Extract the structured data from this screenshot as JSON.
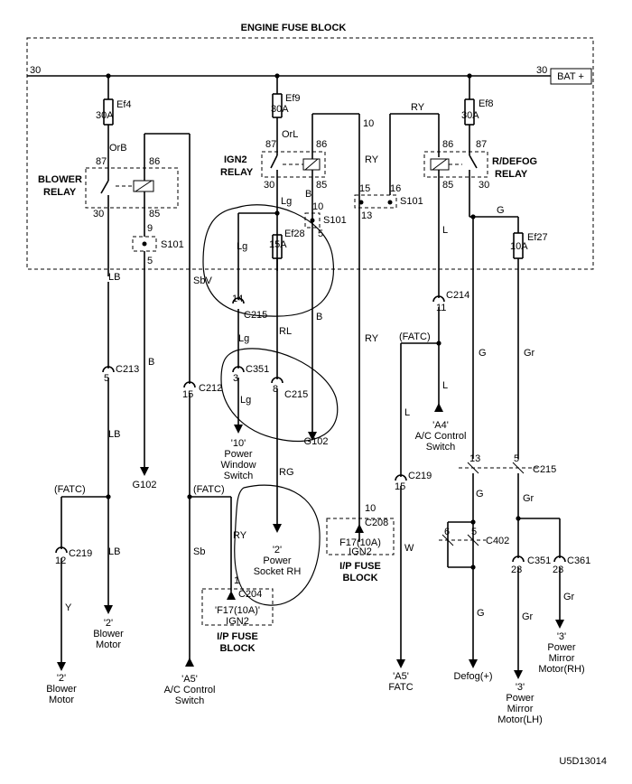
{
  "title": "ENGINE FUSE BLOCK",
  "diagram_id": "U5D13014",
  "bus": {
    "left": "30",
    "right": "30",
    "bat": "BAT +"
  },
  "fuses": {
    "ef4": {
      "name": "Ef4",
      "rating": "30A"
    },
    "ef9": {
      "name": "Ef9",
      "rating": "30A"
    },
    "ef8": {
      "name": "Ef8",
      "rating": "30A"
    },
    "ef28": {
      "name": "Ef28",
      "rating": "15A"
    },
    "ef27": {
      "name": "Ef27",
      "rating": "10A"
    }
  },
  "relays": {
    "blower": {
      "line1": "BLOWER",
      "line2": "RELAY",
      "p87": "87",
      "p86": "86",
      "p30": "30",
      "p85": "85"
    },
    "ign2": {
      "line1": "IGN2",
      "line2": "RELAY",
      "p87": "87",
      "p86": "86",
      "p30": "30",
      "p85": "85"
    },
    "rdefog": {
      "line1": "R/DEFOG",
      "line2": "RELAY",
      "p87": "87",
      "p86": "86",
      "p30": "30",
      "p85": "85"
    }
  },
  "s101": {
    "label": "S101",
    "pin9": "9",
    "pin5": "5",
    "pin10": "10",
    "pin15": "15",
    "pin16": "16",
    "pin13": "13"
  },
  "wires": {
    "orb": "OrB",
    "orl": "OrL",
    "ry": "RY",
    "lg": "Lg",
    "b": "B",
    "lb": "LB",
    "sbv": "SbV",
    "rl": "RL",
    "l": "L",
    "g": "G",
    "gr": "Gr",
    "rg": "RG",
    "y": "Y",
    "sb": "Sb",
    "w": "W"
  },
  "connectors": {
    "c213": "C213",
    "c213_pin": "5",
    "c212": "C212",
    "c212_pin": "15",
    "c215": "C215",
    "c215_pin14": "14",
    "c215_pin8": "8",
    "c215_pin13": "13",
    "c215_pin5": "5",
    "c351": "C351",
    "c351_pin3": "3",
    "c351_pin23": "23",
    "c214": "C214",
    "c214_pin": "11",
    "c219": "C219",
    "c219_pin12": "12",
    "c219_pin15": "15",
    "c204": "C204",
    "c204_pin": "1",
    "c208": "C208",
    "c208_pin": "10",
    "c402": "C402",
    "c402_pin6": "6",
    "c402_pin5": "5",
    "c361": "C361",
    "c361_pin": "23"
  },
  "grounds": {
    "g102a": "G102",
    "g102b": "G102"
  },
  "fatc": "(FATC)",
  "ipfuse": {
    "fuse": "'F17(10A)'",
    "fuse2": "F17(10A)",
    "ign2": "IGN2",
    "block1": "I/P FUSE",
    "block2": "BLOCK"
  },
  "destinations": {
    "power_window": [
      "'10'",
      "Power",
      "Window",
      "Switch"
    ],
    "power_socket": [
      "'2'",
      "Power",
      "Socket RH"
    ],
    "ac_switch_a4": [
      "'A4'",
      "A/C Control",
      "Switch"
    ],
    "blower_motor_mid": [
      "'2'",
      "Blower",
      "Motor"
    ],
    "blower_motor_bot": [
      "'2'",
      "Blower",
      "Motor"
    ],
    "ac_switch_a5": [
      "'A5'",
      "A/C Control",
      "Switch"
    ],
    "fatc_a5": [
      "'A5'",
      "FATC"
    ],
    "defog": [
      "Defog(+)"
    ],
    "mirror_lh": [
      "'3'",
      "Power",
      "Mirror",
      "Motor(LH)"
    ],
    "mirror_rh": [
      "'3'",
      "Power",
      "Mirror",
      "Motor(RH)"
    ]
  }
}
